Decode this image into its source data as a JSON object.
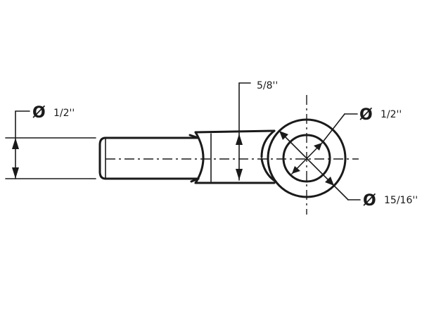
{
  "dimensions": {
    "shank_diameter": {
      "symbol": "Ø",
      "value": "1/2''"
    },
    "ball_width": {
      "value": "5/8''"
    },
    "eye_inner_diameter": {
      "symbol": "Ø",
      "value": "1/2''"
    },
    "eye_outer_diameter": {
      "symbol": "Ø",
      "value": "15/16''"
    }
  }
}
